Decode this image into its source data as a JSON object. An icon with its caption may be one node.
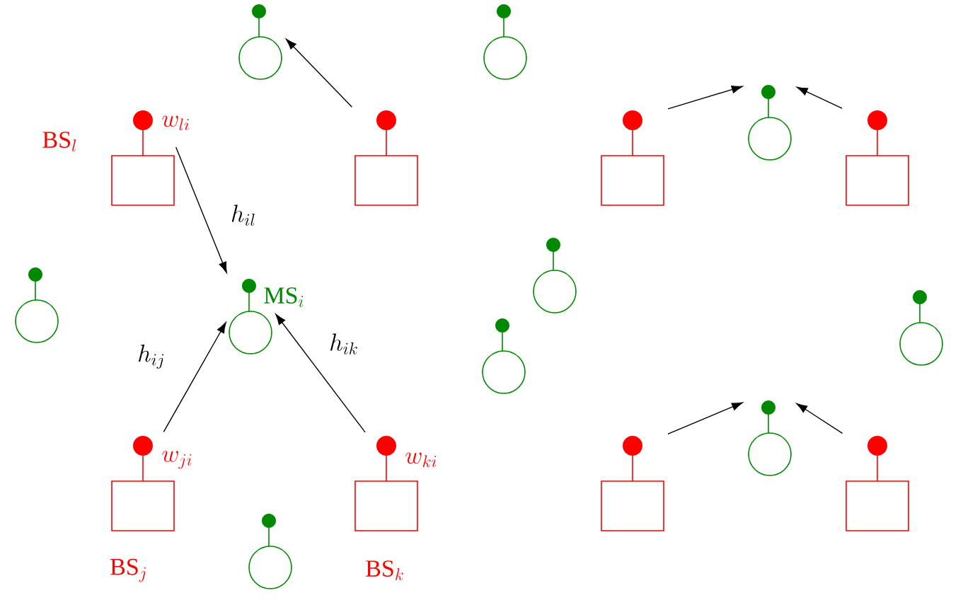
{
  "diagram": {
    "nodes": [
      {
        "text": [],
        "shape": "circle"
      },
      {
        "text": [],
        "shape": "circle"
      },
      {
        "text": [
          "w_{li}",
          "\\mathrm{BS}_{l}"
        ]
      },
      {
        "text": [],
        "shape": "box"
      },
      {
        "text": [],
        "shape": "box"
      },
      {
        "text": [],
        "shape": "circle"
      },
      {
        "text": [],
        "shape": "box"
      },
      {
        "text": [],
        "shape": "circle"
      },
      {
        "text": [],
        "shape": "circle"
      },
      {
        "text": [
          "\\mathrm{MS}_{i}"
        ]
      },
      {
        "text": [],
        "shape": "circle"
      },
      {
        "text": [],
        "shape": "circle"
      },
      {
        "text": [
          "w_{ji}",
          "\\mathrm{BS}_{j}"
        ]
      },
      {
        "text": [
          "w_{ki}",
          "\\mathrm{BS}_{k}"
        ]
      },
      {
        "text": [],
        "shape": "box"
      },
      {
        "text": [],
        "shape": "circle"
      },
      {
        "text": [],
        "shape": "box"
      },
      {
        "text": [],
        "shape": "circle"
      }
    ],
    "edges": [
      {
        "from": 3,
        "to": 0,
        "arrow": "to"
      },
      {
        "from": 2,
        "to": 9,
        "arrow": "to",
        "label": "h_{il}"
      },
      {
        "from": 12,
        "to": 9,
        "arrow": "to",
        "label": "h_{ij}"
      },
      {
        "from": 13,
        "to": 9,
        "arrow": "to",
        "label": "h_{ik}"
      },
      {
        "from": 4,
        "to": 5,
        "arrow": "to"
      },
      {
        "from": 6,
        "to": 5,
        "arrow": "to"
      },
      {
        "from": 14,
        "to": 15,
        "arrow": "to"
      },
      {
        "from": 16,
        "to": 15,
        "arrow": "to"
      }
    ]
  }
}
